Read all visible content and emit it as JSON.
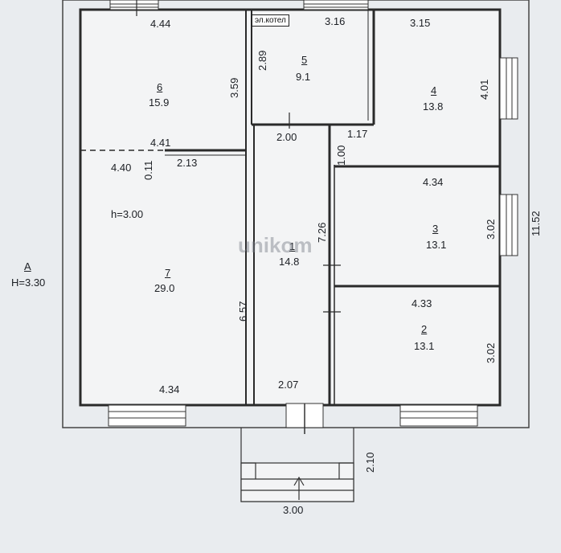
{
  "plan": {
    "boiler_label": "эл.котел",
    "watermark": "unikom",
    "level_label": "A",
    "level_height": "H=3.30",
    "ceiling_height": "h=3.00",
    "rooms": [
      {
        "num": "1",
        "area": "14.8"
      },
      {
        "num": "2",
        "area": "13.1"
      },
      {
        "num": "3",
        "area": "13.1"
      },
      {
        "num": "4",
        "area": "13.8"
      },
      {
        "num": "5",
        "area": "9.1"
      },
      {
        "num": "6",
        "area": "15.9"
      },
      {
        "num": "7",
        "area": "29.0"
      }
    ],
    "dimensions": {
      "top_left": "4.44",
      "top_mid": "3.16",
      "top_right": "3.15",
      "r6_height": "3.59",
      "r5_height": "2.89",
      "r6_bottom": "4.41",
      "r7_top": "4.40",
      "wall_gap": "0.11",
      "stub": "2.13",
      "r5_bottom": "2.00",
      "corridor_top": "1.17",
      "corridor_jog": "1.00",
      "r4_height": "4.01",
      "r3_top": "4.34",
      "corridor_len": "7.26",
      "r3_height": "3.02",
      "total_height": "11.52",
      "r2_top": "4.33",
      "r2_height": "3.02",
      "r7_height": "6.57",
      "r7_bottom": "4.34",
      "corridor_bottom": "2.07",
      "porch_depth": "2.10",
      "porch_width": "3.00"
    }
  }
}
